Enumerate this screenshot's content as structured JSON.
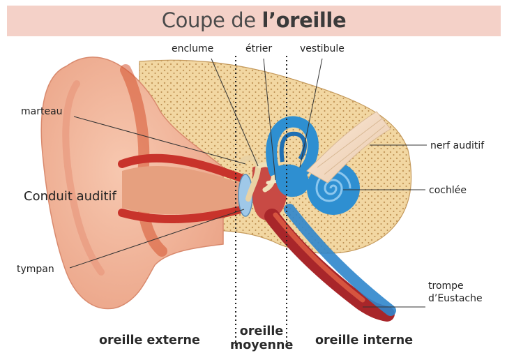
{
  "title": {
    "prefix": "Coupe de ",
    "emphasis": "l’oreille"
  },
  "labels": {
    "enclume": "enclume",
    "etrier": "étrier",
    "vestibule": "vestibule",
    "marteau": "marteau",
    "nerf_auditif": "nerf auditif",
    "conduit_auditif": "Conduit auditif",
    "cochlee": "cochlée",
    "tympan": "tympan",
    "trompe_line1": "trompe",
    "trompe_line2": "d’Eustache"
  },
  "sections": {
    "externe": "oreille externe",
    "moyenne_line1": "oreille",
    "moyenne_line2": "moyenne",
    "interne": "oreille interne"
  },
  "colors": {
    "title_band": "#f4d1c8",
    "skin": "#f3b79c",
    "skin_dark": "#e08f73",
    "canal_red": "#c8332b",
    "bone": "#f2d7a2",
    "bone_dots": "#c59a5c",
    "inner_ear_blue": "#2e8fd1",
    "nerve": "#f5dcc4",
    "tube_red": "#a8262a"
  }
}
